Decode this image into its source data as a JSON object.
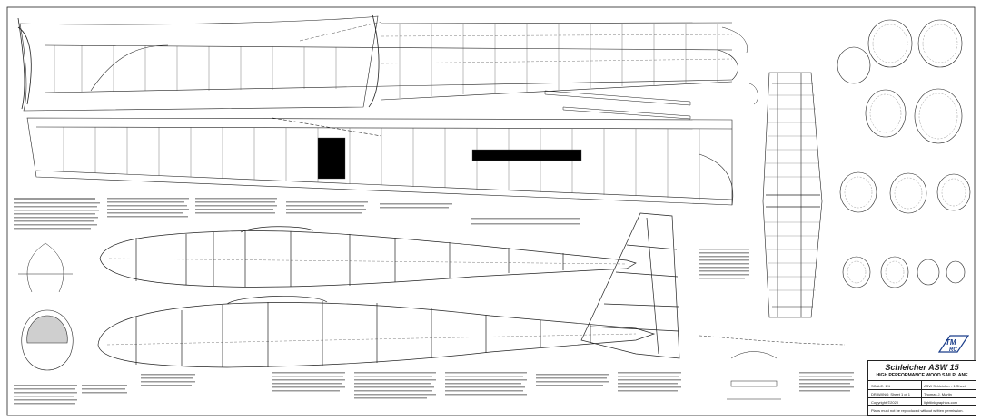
{
  "title_block": {
    "title": "Schleicher ASW 15",
    "subtitle": "HIGH PERFORMANCE WOOD SAILPLANE",
    "scale": "SCALE: 1/4",
    "designer": "ASW Schleicher - 1 Sheet",
    "drawing": "DRAWING: Sheet 1 of 1",
    "author": "Thomas J. Martin",
    "copyright": "Copyright ©2020",
    "website": "lightlinkgraphics.com",
    "footer": "Plans must not be reproduced without written permission."
  },
  "logo": {
    "text": "TM RC"
  },
  "colors": {
    "line": "#1a1a1a",
    "fill_gray": "#cfcfcf",
    "paper": "#ffffff"
  }
}
